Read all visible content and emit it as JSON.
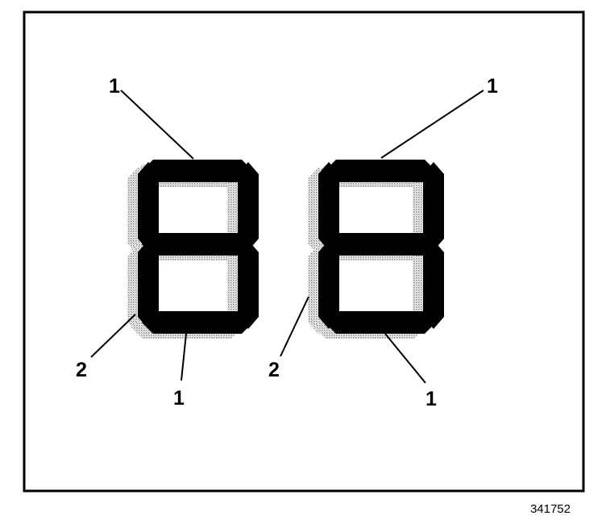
{
  "callouts": {
    "top_left": "1",
    "bottom_left_2": "2",
    "bottom_left_1": "1",
    "top_right": "1",
    "bottom_right_2": "2",
    "bottom_right_1": "1"
  },
  "figure_id": "341752",
  "colors": {
    "ink": "#000000",
    "shadow": "#9a9a9a",
    "background": "#ffffff"
  }
}
